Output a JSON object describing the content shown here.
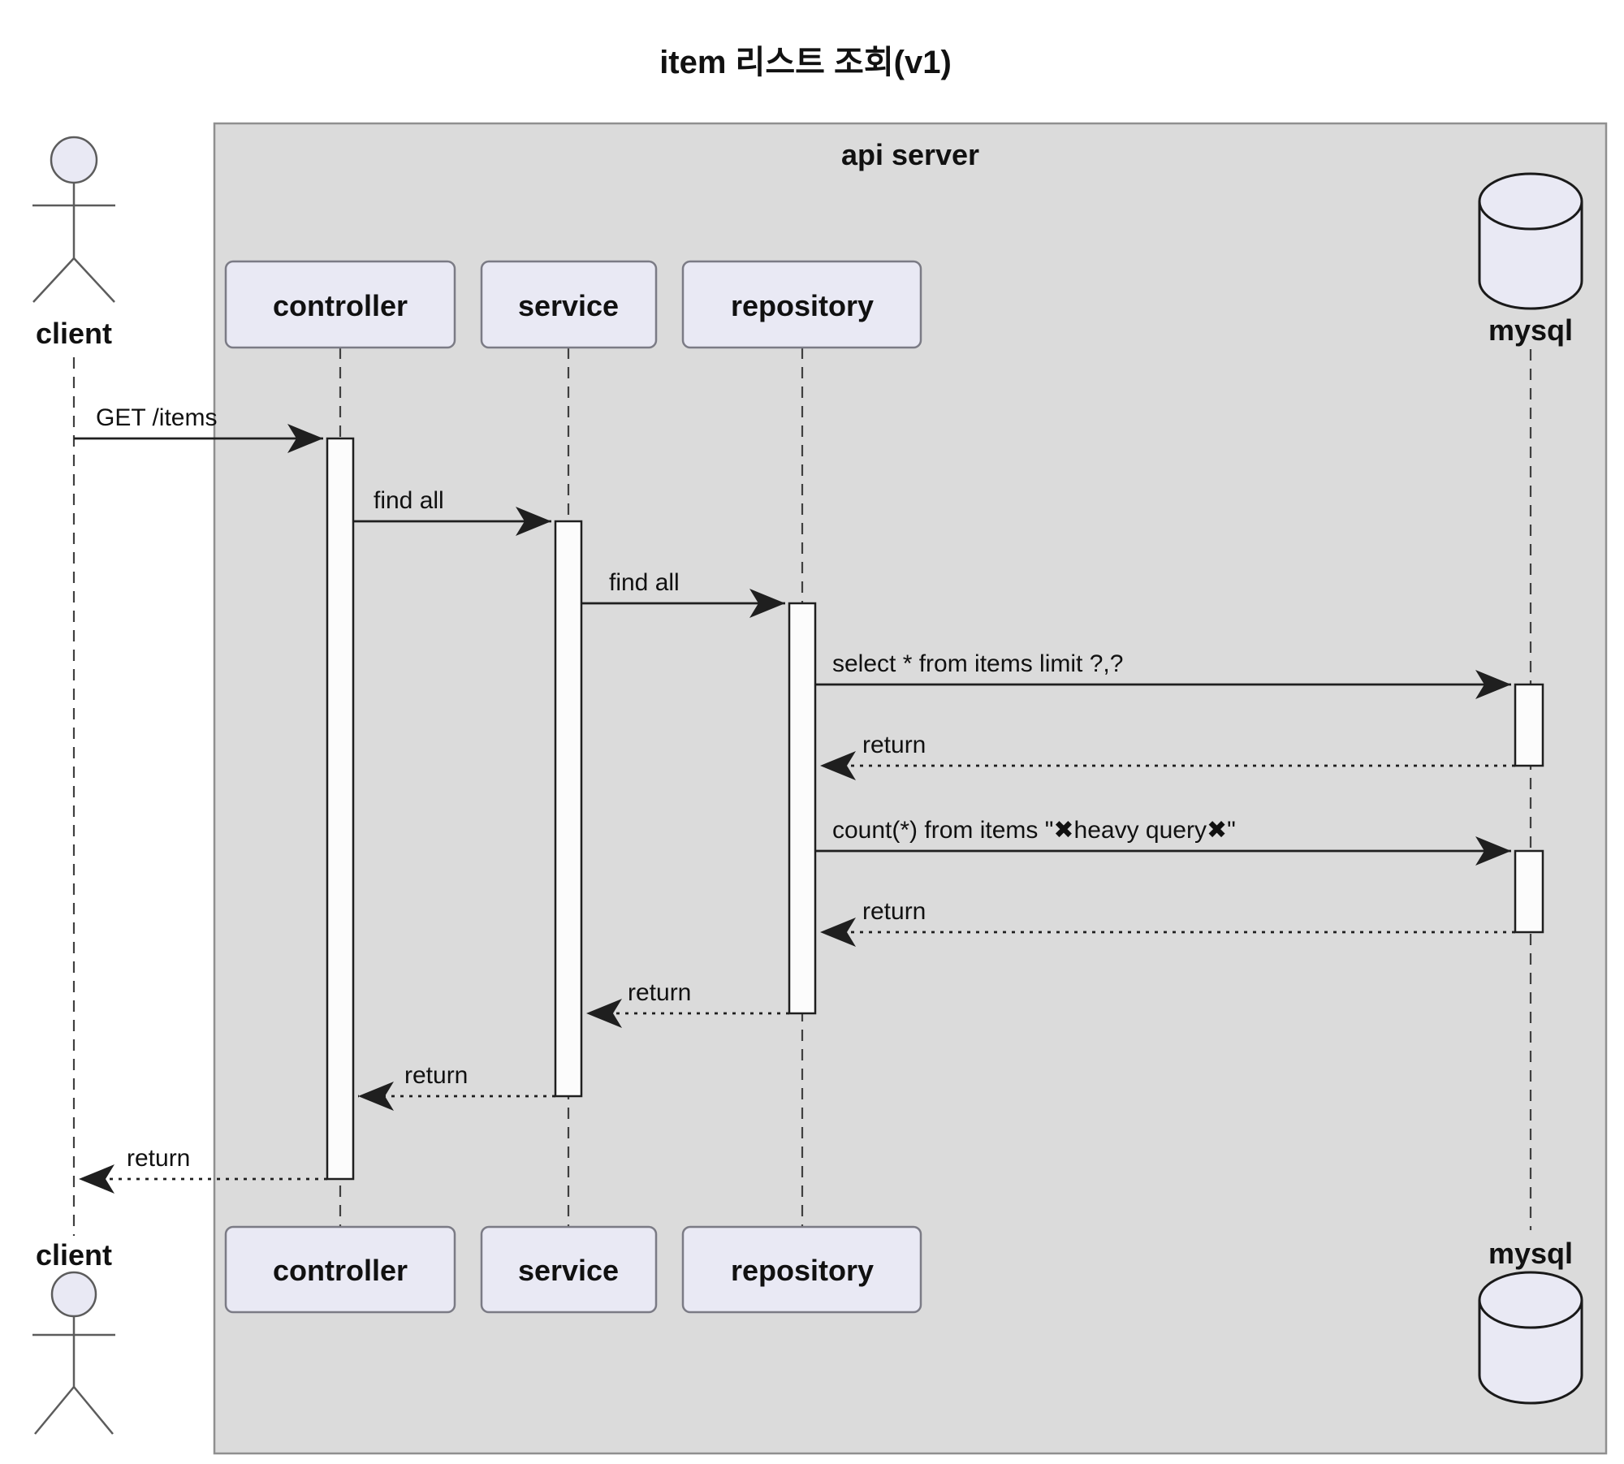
{
  "title": "item 리스트 조회(v1)",
  "frame": {
    "label": "api server"
  },
  "actors": {
    "client": {
      "label": "client"
    },
    "mysql": {
      "label": "mysql"
    }
  },
  "participants": [
    {
      "label": "controller"
    },
    {
      "label": "service"
    },
    {
      "label": "repository"
    }
  ],
  "messages": [
    {
      "label": "GET /items",
      "from": "client",
      "to": "controller",
      "type": "sync"
    },
    {
      "label": "find all",
      "from": "controller",
      "to": "service",
      "type": "sync"
    },
    {
      "label": "find all",
      "from": "service",
      "to": "repository",
      "type": "sync"
    },
    {
      "label": "select * from items limit ?,?",
      "from": "repository",
      "to": "mysql",
      "type": "sync"
    },
    {
      "label": "return",
      "from": "mysql",
      "to": "repository",
      "type": "reply"
    },
    {
      "label": "count(*) from items \"✖heavy query✖\"",
      "from": "repository",
      "to": "mysql",
      "type": "sync"
    },
    {
      "label": "return",
      "from": "mysql",
      "to": "repository",
      "type": "reply"
    },
    {
      "label": "return",
      "from": "repository",
      "to": "service",
      "type": "reply"
    },
    {
      "label": "return",
      "from": "service",
      "to": "controller",
      "type": "reply"
    },
    {
      "label": "return",
      "from": "controller",
      "to": "client",
      "type": "reply"
    }
  ],
  "colors": {
    "frame-fill": "#dbdbdb",
    "frame-border": "#8f8f8f",
    "node-fill": "#e9e9f4",
    "node-border": "#7b7b85",
    "line": "#1f1f1f",
    "lifeline": "#3f3f3f",
    "bar-fill": "#fcfcfc",
    "text": "#111111"
  }
}
